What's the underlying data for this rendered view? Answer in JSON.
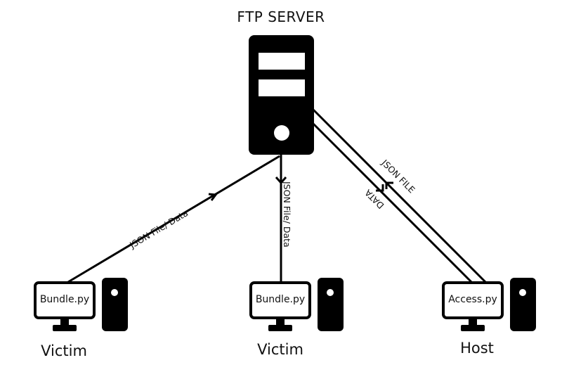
{
  "server": {
    "title": "FTP SERVER"
  },
  "nodes": [
    {
      "screen_text": "Bundle.py",
      "role": "Victim"
    },
    {
      "screen_text": "Bundle.py",
      "role": "Victim"
    },
    {
      "screen_text": "Access.py",
      "role": "Host"
    }
  ],
  "edges": {
    "left": "JSON File/ Data",
    "middle": "JSON File/ Data",
    "right_upper": "JSON FILE",
    "right_lower": "DATA"
  },
  "colors": {
    "stroke": "#000000",
    "background": "#ffffff"
  }
}
